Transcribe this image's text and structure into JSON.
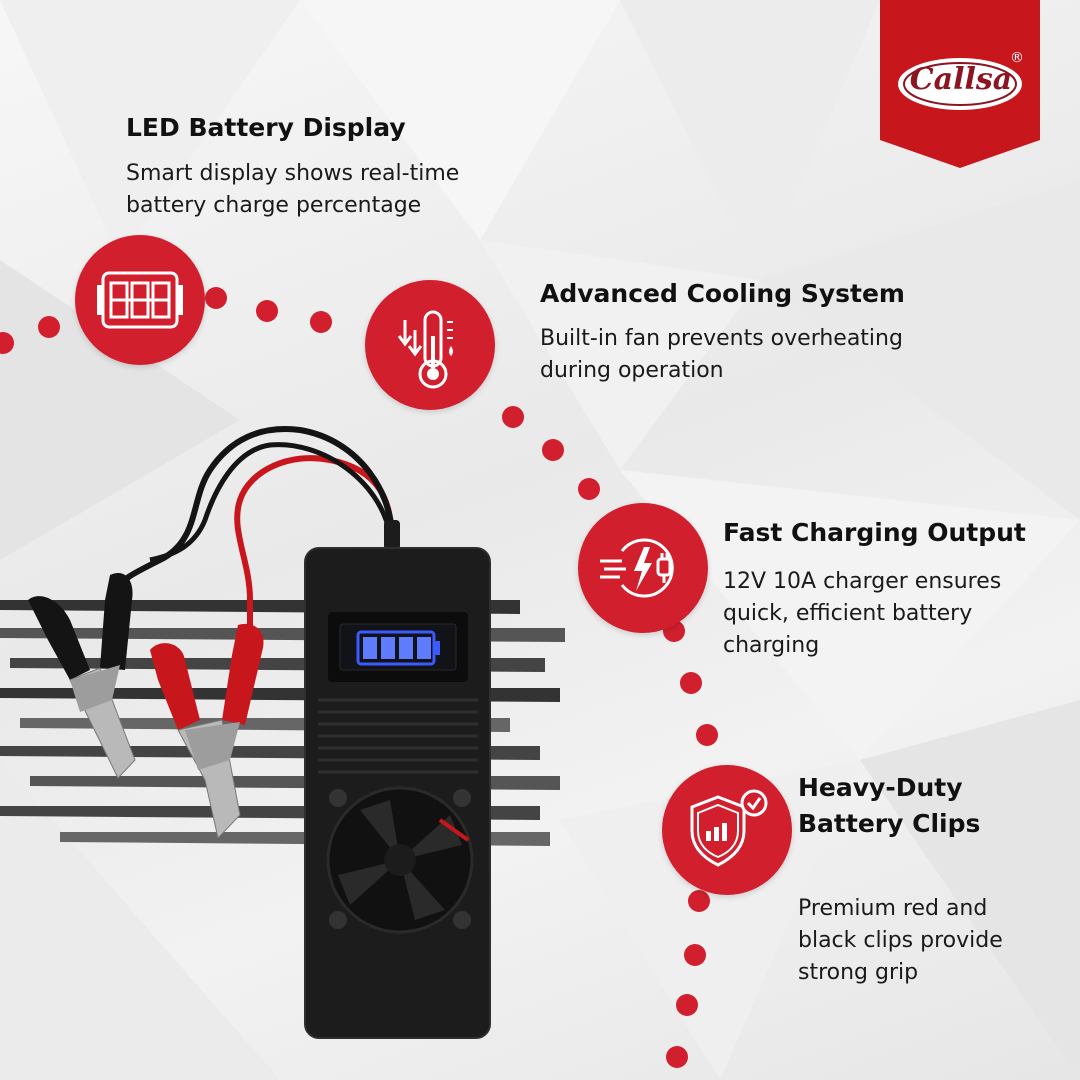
{
  "brand": {
    "logo_text": "Callsa",
    "registered_mark": "®",
    "color": "#d11f2e"
  },
  "features": [
    {
      "icon": "led-display-icon",
      "title": "LED Battery Display",
      "description": "Smart display shows real-time battery charge percentage"
    },
    {
      "icon": "thermometer-icon",
      "title": "Advanced Cooling System",
      "description": "Built-in fan prevents overheating during operation"
    },
    {
      "icon": "fast-charge-plug-icon",
      "title": "Fast Charging Output",
      "description": "12V 10A charger ensures quick, efficient battery charging"
    },
    {
      "icon": "shield-check-icon",
      "title": "Heavy-Duty Battery Clips",
      "description": "Premium red and black clips provide strong grip"
    }
  ],
  "product": {
    "battery_display_level": 1.0,
    "colors": {
      "body": "#1c1c1c",
      "clip_red": "#c8161d",
      "clip_black": "#141414",
      "led": "#3b5bff"
    }
  }
}
